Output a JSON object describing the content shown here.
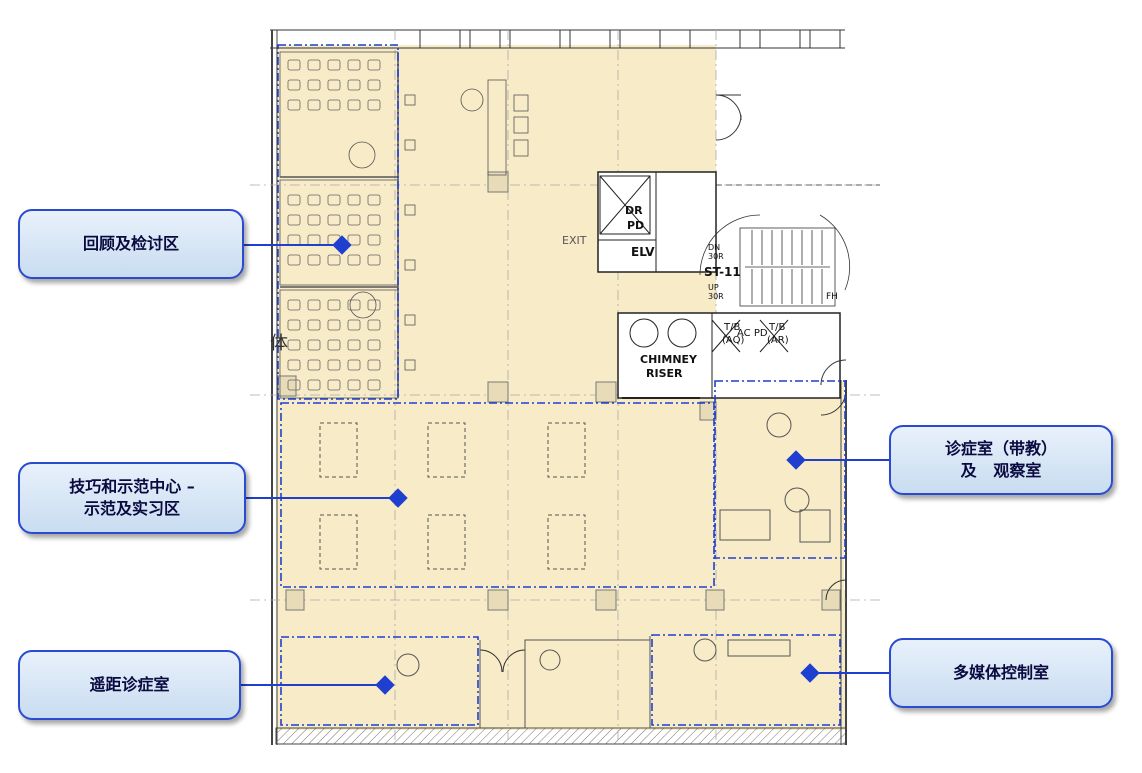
{
  "callouts": {
    "review": {
      "lines": [
        "回顾及检讨区"
      ]
    },
    "skills": {
      "lines": [
        "技巧和示范中心 –",
        "示范及实习区"
      ]
    },
    "tele": {
      "lines": [
        "遥距诊症室"
      ]
    },
    "clinic": {
      "lines": [
        "诊症室（带教）",
        "及   观察室"
      ]
    },
    "media": {
      "lines": [
        "多媒体控制室"
      ]
    }
  },
  "plan_labels": {
    "dr": "DR",
    "pd": "PD",
    "elv": "ELV",
    "exit": "EXIT",
    "stair": "ST-11",
    "dn": "DN",
    "up": "UP",
    "dn_r": "30R",
    "up_r": "30R",
    "chimney": "CHIMNEY",
    "riser": "RISER",
    "tb_aq": "T/B",
    "aq": "(AQ)",
    "ac_pd": "AC PD",
    "tb_ar": "T/B",
    "ar": "(AR)",
    "fh": "FH",
    "ti": "体"
  },
  "colors": {
    "floor": "#f7ebc8",
    "line": "#2a2a2a",
    "dash": "#1f3fd1",
    "marker": "#1f3fd1",
    "callout_border": "#2a4bd0"
  }
}
